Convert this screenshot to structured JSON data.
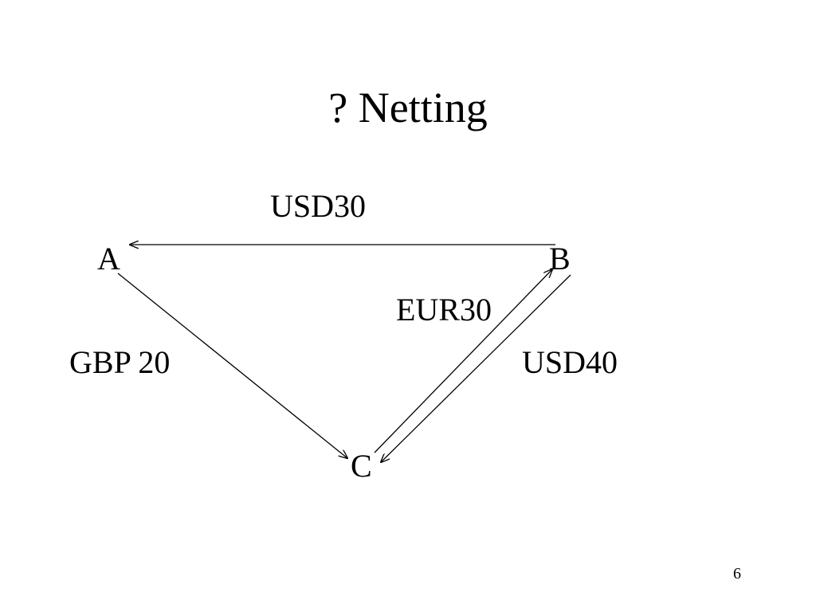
{
  "slide": {
    "title": "? Netting",
    "page_number": "6"
  },
  "diagram": {
    "nodes": {
      "a": "A",
      "b": "B",
      "c": "C"
    },
    "edges": {
      "b_to_a": "USD30",
      "a_to_c": "GBP 20",
      "c_to_b": "EUR30",
      "b_to_c": "USD40"
    },
    "line_color": "#000000"
  }
}
